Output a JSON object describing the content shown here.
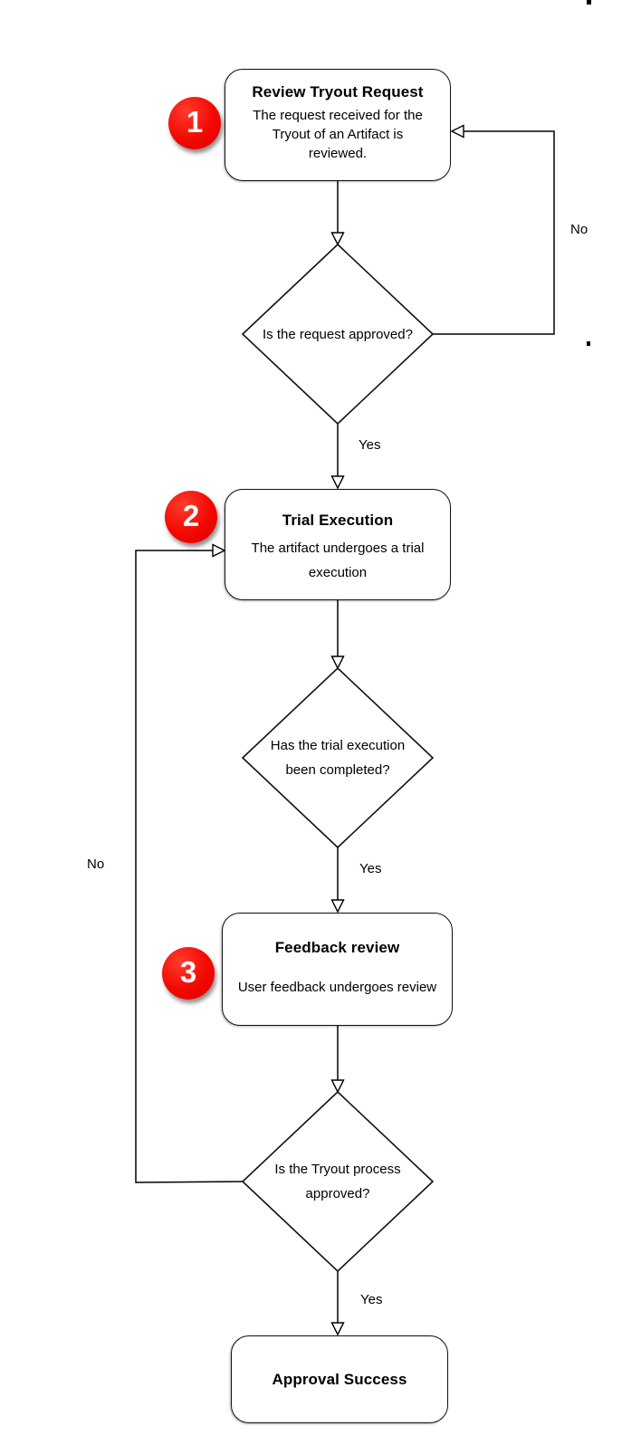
{
  "colors": {
    "badge_red": "#f20800",
    "line": "#000000",
    "background": "#ffffff",
    "text": "#000000"
  },
  "nodes": {
    "review": {
      "badge": "1",
      "title": "Review Tryout Request",
      "body_lines": [
        "The request received for the",
        "Tryout of an Artifact is",
        "reviewed."
      ]
    },
    "decision_request": {
      "lines": [
        "Is the request approved?"
      ]
    },
    "trial": {
      "badge": "2",
      "title": "Trial Execution",
      "body_lines": [
        "The artifact undergoes a trial",
        "execution"
      ]
    },
    "decision_trial": {
      "lines": [
        "Has the trial execution",
        "been completed?"
      ]
    },
    "feedback": {
      "badge": "3",
      "title": "Feedback review",
      "body_lines": [
        "User feedback undergoes review"
      ]
    },
    "decision_tryout": {
      "lines": [
        "Is the Tryout process",
        "approved?"
      ]
    },
    "success": {
      "title": "Approval Success"
    }
  },
  "edge_labels": {
    "yes_after_request": "Yes",
    "yes_after_trial": "Yes",
    "yes_after_tryout": "Yes",
    "no_request": "No",
    "no_tryout": "No"
  }
}
